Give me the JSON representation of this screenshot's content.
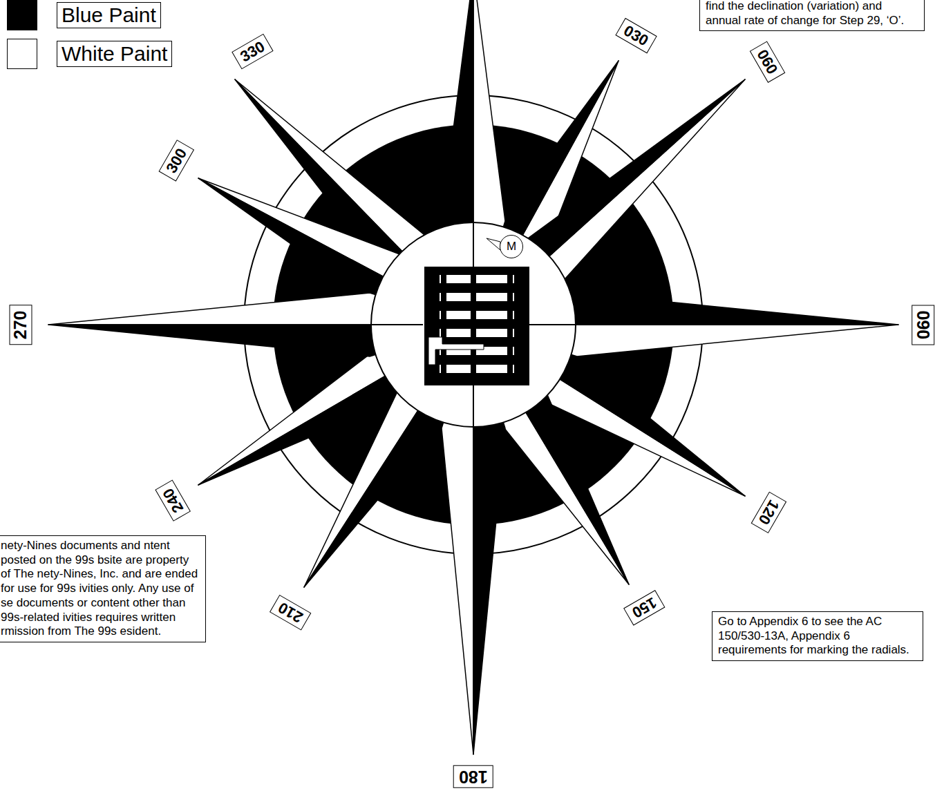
{
  "diagram": {
    "nodes": [
      {
        "text": [
          "330"
        ]
      },
      {
        "text": [
          "find the declination (variation) and annual rate of change for Step 29, ‘O’."
        ]
      },
      {
        "text": [
          "030"
        ]
      },
      {
        "text": [
          "300"
        ]
      },
      {
        "text": [
          "060"
        ]
      },
      {
        "text": [
          "M"
        ]
      },
      {
        "text": [
          "270"
        ]
      },
      {
        "text": [
          "090"
        ]
      },
      {
        "text": [
          "240"
        ]
      },
      {
        "text": [
          "120"
        ]
      },
      {
        "text": [
          "nety-Nines documents and ntent posted on the 99s bsite are property of The nety-Nines, Inc. and are ended for use for 99s ivities only. Any use of se documents or content other than 99s-related ivities requires written rmission from The 99s esident."
        ]
      },
      {
        "text": [
          "210"
        ]
      },
      {
        "text": [
          "150"
        ]
      },
      {
        "text": [
          "Go to Appendix 6 to see the AC 150/530-13A, Appendix 6 requirements for marking the radials."
        ]
      },
      {
        "text": [
          "180"
        ]
      }
    ],
    "legend": [
      {
        "text": "Blue Paint",
        "color": "#000000"
      },
      {
        "text": "White Paint",
        "color": "#ffffff"
      }
    ]
  }
}
